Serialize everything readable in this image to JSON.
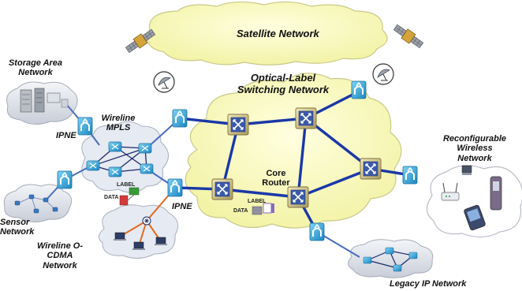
{
  "labels": {
    "satellite_network": "Satellite Network",
    "optical_label_switching": "Optical-Label Switching Network",
    "storage_area_network": "Storage Area Network",
    "wireline_mpls": "Wireline MPLS",
    "ipne_upper": "IPNE",
    "ipne_lower": "IPNE",
    "core_router": "Core Router",
    "reconfigurable_wireless": "Reconfigurable Wireless Network",
    "sensor_network": "Sensor Network",
    "wireline_ocdma": "Wireline O-CDMA Network",
    "legacy_ip": "Legacy IP Network",
    "label_tag_left": "LABEL",
    "data_tag_left": "DATA",
    "label_tag_core": "LABEL",
    "data_tag_core": "DATA"
  },
  "colors": {
    "cloud_yellow": "#fbfbc3",
    "cloud_outline": "#c9c98a",
    "grey_cloud": "#d9dde6",
    "optical_link": "#1b38a8",
    "access_link": "#4a6cc0",
    "ocdma_link": "#e06a20",
    "edge_node": "#35a7d9",
    "core_node": "#d8c78a",
    "label_box": "#3a9a3a",
    "data_box": "#d33a3a",
    "core_label_box": "#8a6ac0"
  },
  "icons": [
    "satellite-icon",
    "satellite-dish-icon",
    "edge-router-icon",
    "core-router-icon",
    "mpls-switch-icon",
    "server-icon",
    "laptop-icon",
    "phone-icon",
    "wireless-access-point-icon"
  ]
}
